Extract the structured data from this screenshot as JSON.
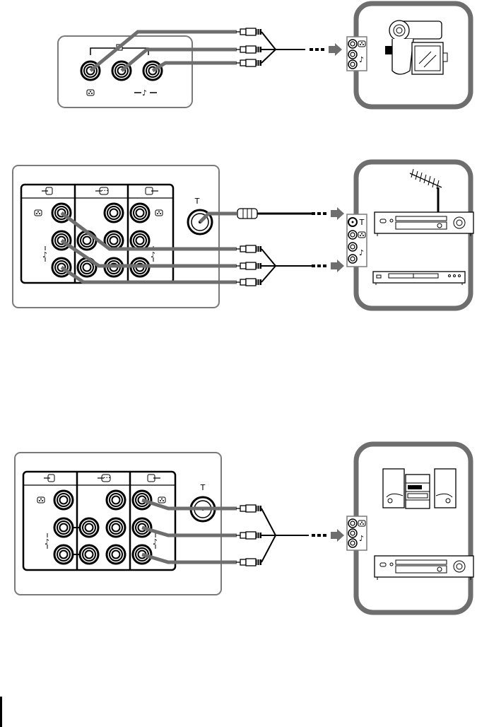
{
  "page": {
    "description": "Connection diagrams for optional audio/video equipment",
    "colors": {
      "line": "#000000",
      "cable": "#6e6e6e",
      "panel_border": "#7a7a7a",
      "device_box": "#6e6e6e",
      "background": "#ffffff"
    }
  },
  "diagrams": [
    {
      "id": "front-input",
      "panel": {
        "type": "front-panel",
        "jacks": [
          "video",
          "audio-left",
          "audio-right"
        ],
        "icons": {
          "input": "input-icon",
          "video": "video-icon",
          "audio": "audio-note-icon"
        }
      },
      "cables": [
        "av-cable-video",
        "av-cable-audio-l",
        "av-cable-audio-r"
      ],
      "device_panel": {
        "jacks": [
          "video",
          "audio",
          "audio"
        ],
        "icons": [
          "video-icon",
          "audio-note-icon"
        ]
      },
      "devices": [
        "camcorder"
      ]
    },
    {
      "id": "rear-input",
      "panel": {
        "type": "rear-panel",
        "sections": [
          {
            "name": "input",
            "icon": "input-icon",
            "jacks": [
              "video",
              "audio-l",
              "audio-r"
            ]
          },
          {
            "name": "monitor",
            "icon": "monitor-input-icon",
            "jacks": [
              "video",
              "audio-l",
              "audio-r"
            ]
          },
          {
            "name": "output",
            "icon": "output-icon",
            "jacks": [
              "video",
              "audio-l",
              "audio-r"
            ]
          }
        ],
        "antenna": {
          "icon": "antenna-icon"
        }
      },
      "cables": [
        "rf-cable",
        "av-cable-video",
        "av-cable-audio-l",
        "av-cable-audio-r"
      ],
      "device_panel": {
        "jacks": [
          "antenna",
          "video",
          "audio",
          "audio"
        ],
        "icons": [
          "antenna-icon",
          "video-icon",
          "audio-note-icon"
        ]
      },
      "devices": [
        "antenna",
        "vcr",
        "dvd-player"
      ]
    },
    {
      "id": "rear-output",
      "panel": {
        "type": "rear-panel",
        "sections": [
          {
            "name": "input",
            "icon": "input-icon",
            "jacks": [
              "video",
              "audio-l",
              "audio-r"
            ]
          },
          {
            "name": "monitor",
            "icon": "monitor-input-icon",
            "jacks": [
              "video",
              "audio-l",
              "audio-r"
            ]
          },
          {
            "name": "output",
            "icon": "output-icon",
            "jacks": [
              "video",
              "audio-l",
              "audio-r"
            ]
          }
        ],
        "antenna": {
          "icon": "antenna-icon"
        }
      },
      "cables": [
        "av-cable-video",
        "av-cable-audio-l",
        "av-cable-audio-r"
      ],
      "device_panel": {
        "jacks": [
          "video",
          "audio",
          "audio"
        ],
        "icons": [
          "video-icon",
          "audio-note-icon"
        ]
      },
      "devices": [
        "stereo-system",
        "vcr"
      ]
    }
  ]
}
